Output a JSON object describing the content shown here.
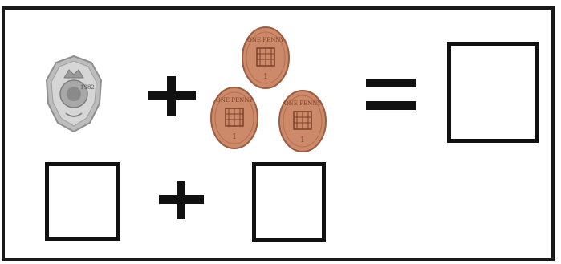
{
  "coin_20p": {
    "icon": "twenty-pence-coin-icon",
    "year": "1982"
  },
  "coin_1p": {
    "icon": "one-penny-coin-icon",
    "inscription": "ONE PENNY",
    "value": "1"
  },
  "colors": {
    "border": "#111111",
    "operator": "#111111",
    "penny_face": "#d08a66",
    "silver_face": "#b9b9b9"
  }
}
